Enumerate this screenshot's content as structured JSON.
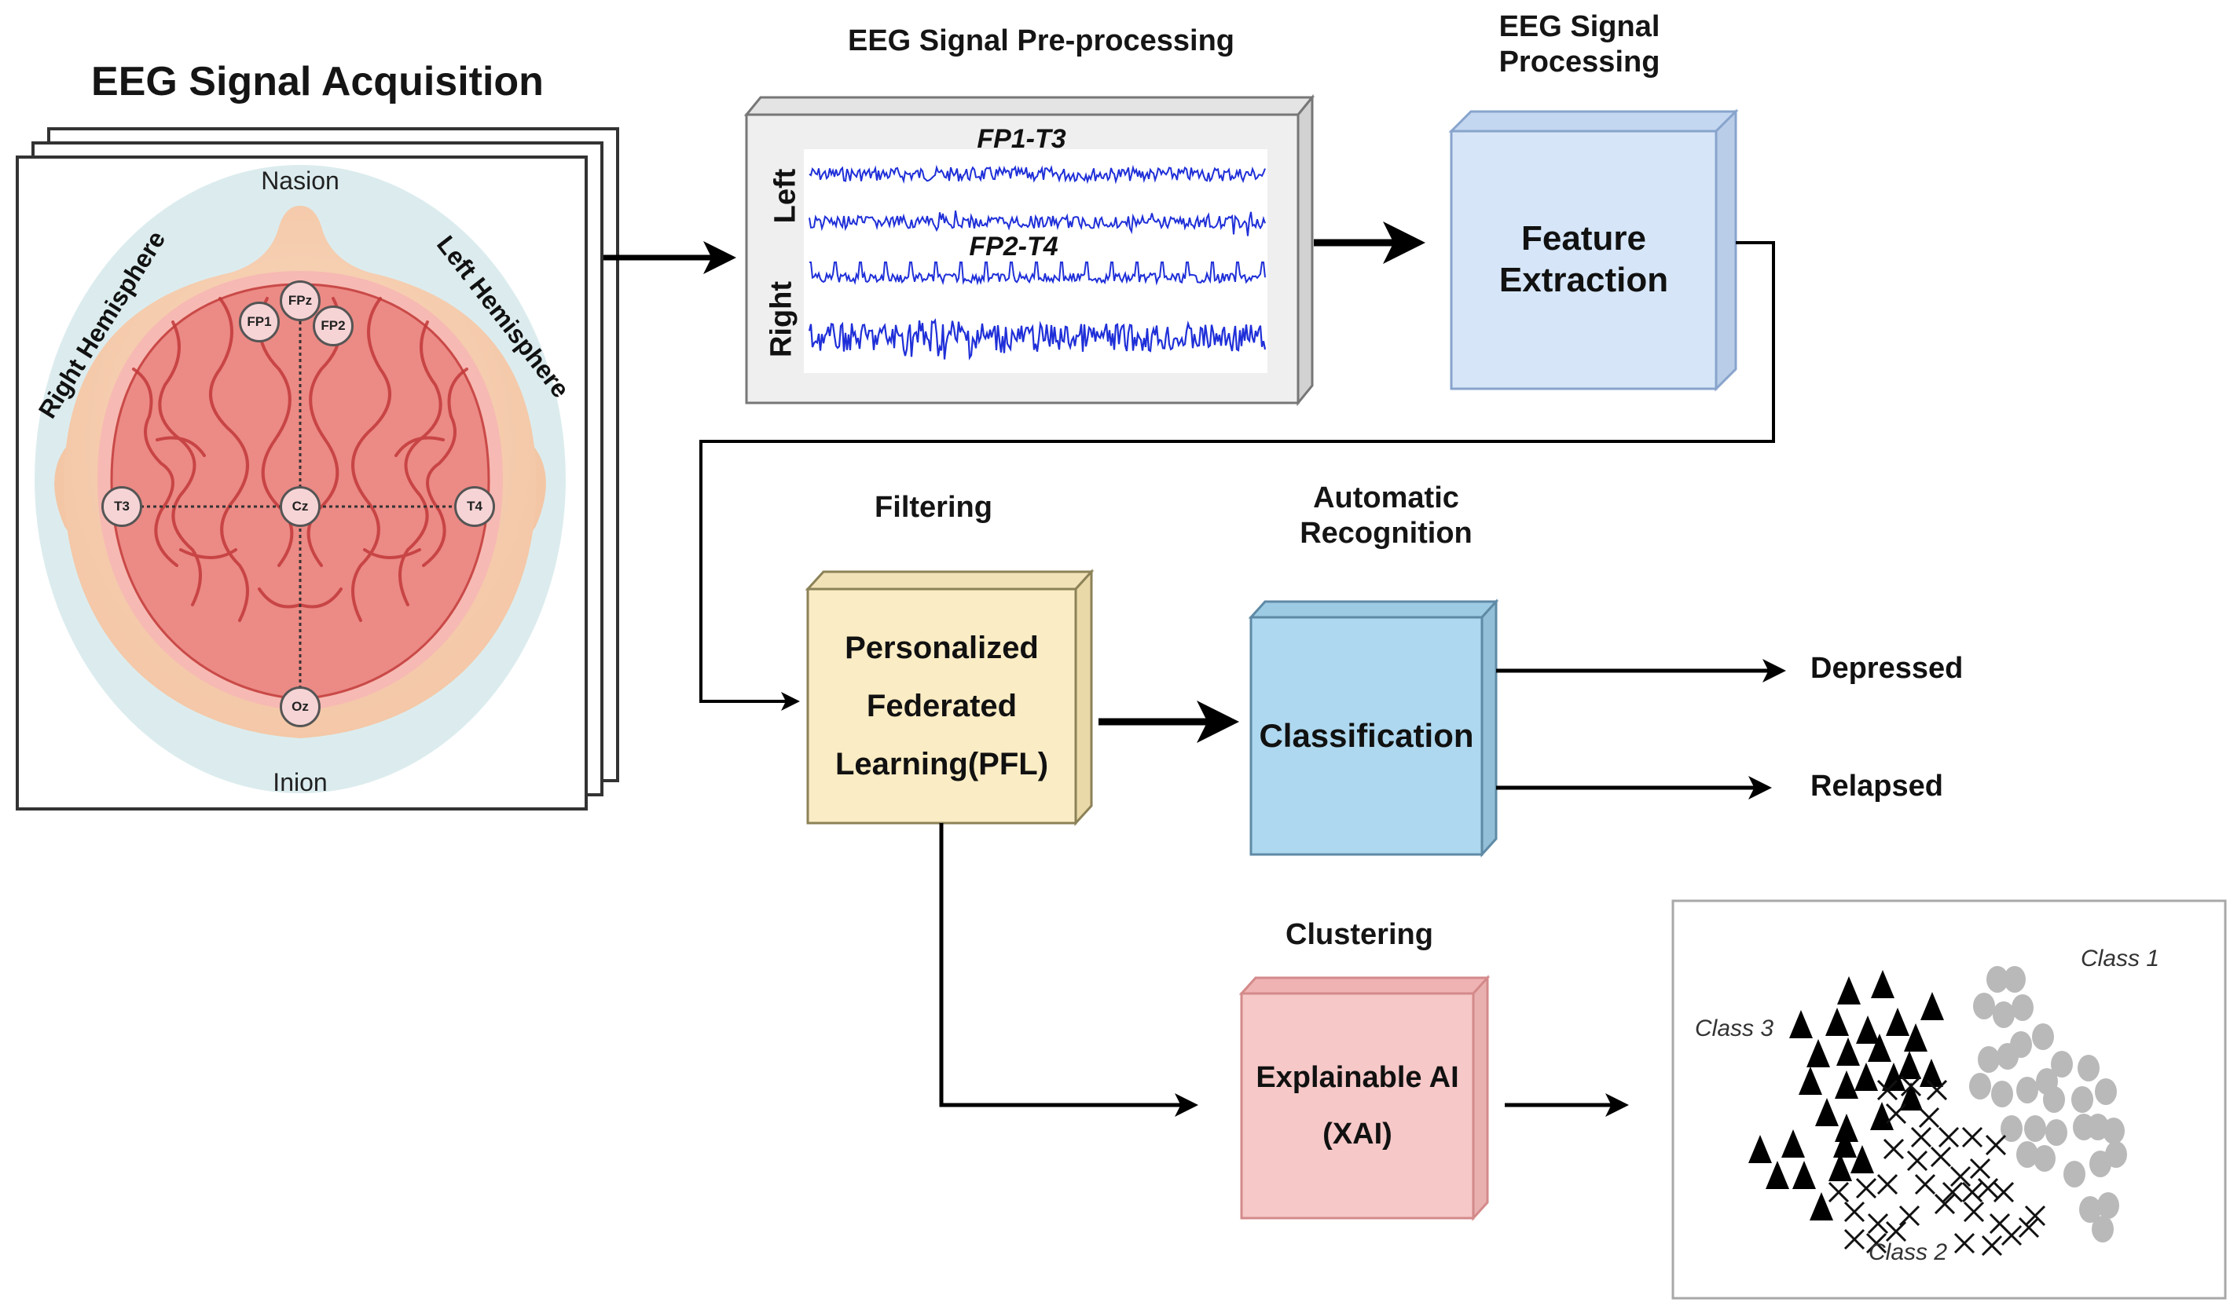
{
  "acquisition": {
    "title": "EEG Signal Acquisition",
    "nasion": "Nasion",
    "inion": "Inion",
    "right_hemisphere": "Right Hemisphere",
    "left_hemisphere": "Left Hemisphere",
    "electrodes": [
      "FPz",
      "FP1",
      "FP2",
      "T3",
      "Cz",
      "T4",
      "Oz"
    ]
  },
  "preprocessing": {
    "title": "EEG Signal Pre-processing",
    "channel_top": "FP1-T3",
    "channel_bottom": "FP2-T4",
    "side_left": "Left",
    "side_right": "Right"
  },
  "processing": {
    "title_line1": "EEG Signal",
    "title_line2": "Processing",
    "box_line1": "Feature",
    "box_line2": "Extraction"
  },
  "filtering": {
    "title": "Filtering",
    "box_line1": "Personalized",
    "box_line2": "Federated",
    "box_line3": "Learning(PFL)"
  },
  "recognition": {
    "title_line1": "Automatic",
    "title_line2": "Recognition",
    "box": "Classification",
    "outputs": [
      "Depressed",
      "Relapsed"
    ]
  },
  "clustering": {
    "title": "Clustering",
    "box_line1": "Explainable AI",
    "box_line2": "(XAI)"
  },
  "scatter": {
    "labels": [
      "Class 1",
      "Class 2",
      "Class 3"
    ]
  },
  "colors": {
    "feature_box": "#d6e6f8",
    "pfl_box": "#faecc4",
    "classification_box": "#aed8ef",
    "xai_box": "#f6c8c8",
    "eeg_trace": "#1f2fd8",
    "brain": "#ec8a85",
    "class1_points": "#b9b9b9"
  }
}
